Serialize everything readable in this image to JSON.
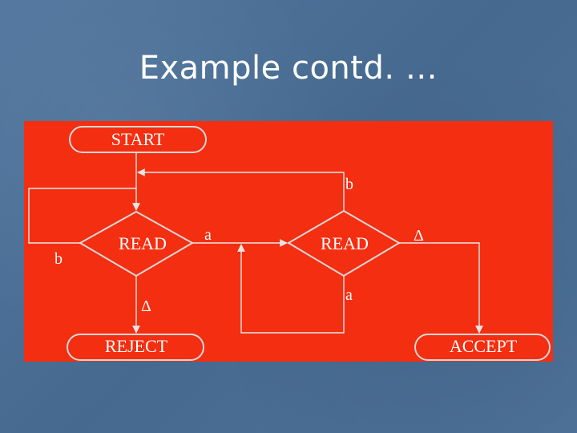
{
  "slide": {
    "title": "Example contd. …"
  },
  "diagram": {
    "nodes": {
      "start": "START",
      "read1": "READ",
      "read2": "READ",
      "reject": "REJECT",
      "accept": "ACCEPT"
    },
    "edges": {
      "read2_to_read1": "b",
      "read1_loop": "b",
      "read1_to_read2": "a",
      "read1_to_reject": "Δ",
      "read2_to_accept": "Δ",
      "read2_loop": "a"
    }
  },
  "colors": {
    "background": "#4a6f98",
    "panel": "#f42e10",
    "text": "#ffffff"
  }
}
